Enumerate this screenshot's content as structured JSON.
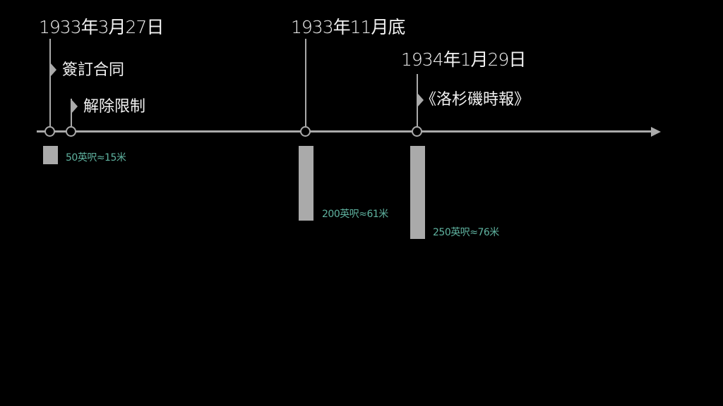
{
  "colors": {
    "line": "#aaaaaa",
    "label_text": "#f2f2f2",
    "measure_text": "#5fb3a0",
    "background": "#000000"
  },
  "events": [
    {
      "date": "1933年3月27日",
      "label": "簽訂合同",
      "height_label": "50英呎≈15米",
      "height_m": 15
    },
    {
      "label": "解除限制"
    },
    {
      "date": "1933年11月底",
      "height_label": "200英呎≈61米",
      "height_m": 61
    },
    {
      "date": "1934年1月29日",
      "label": "《洛杉磯時報》",
      "height_label": "250英呎≈76米",
      "height_m": 76
    }
  ]
}
